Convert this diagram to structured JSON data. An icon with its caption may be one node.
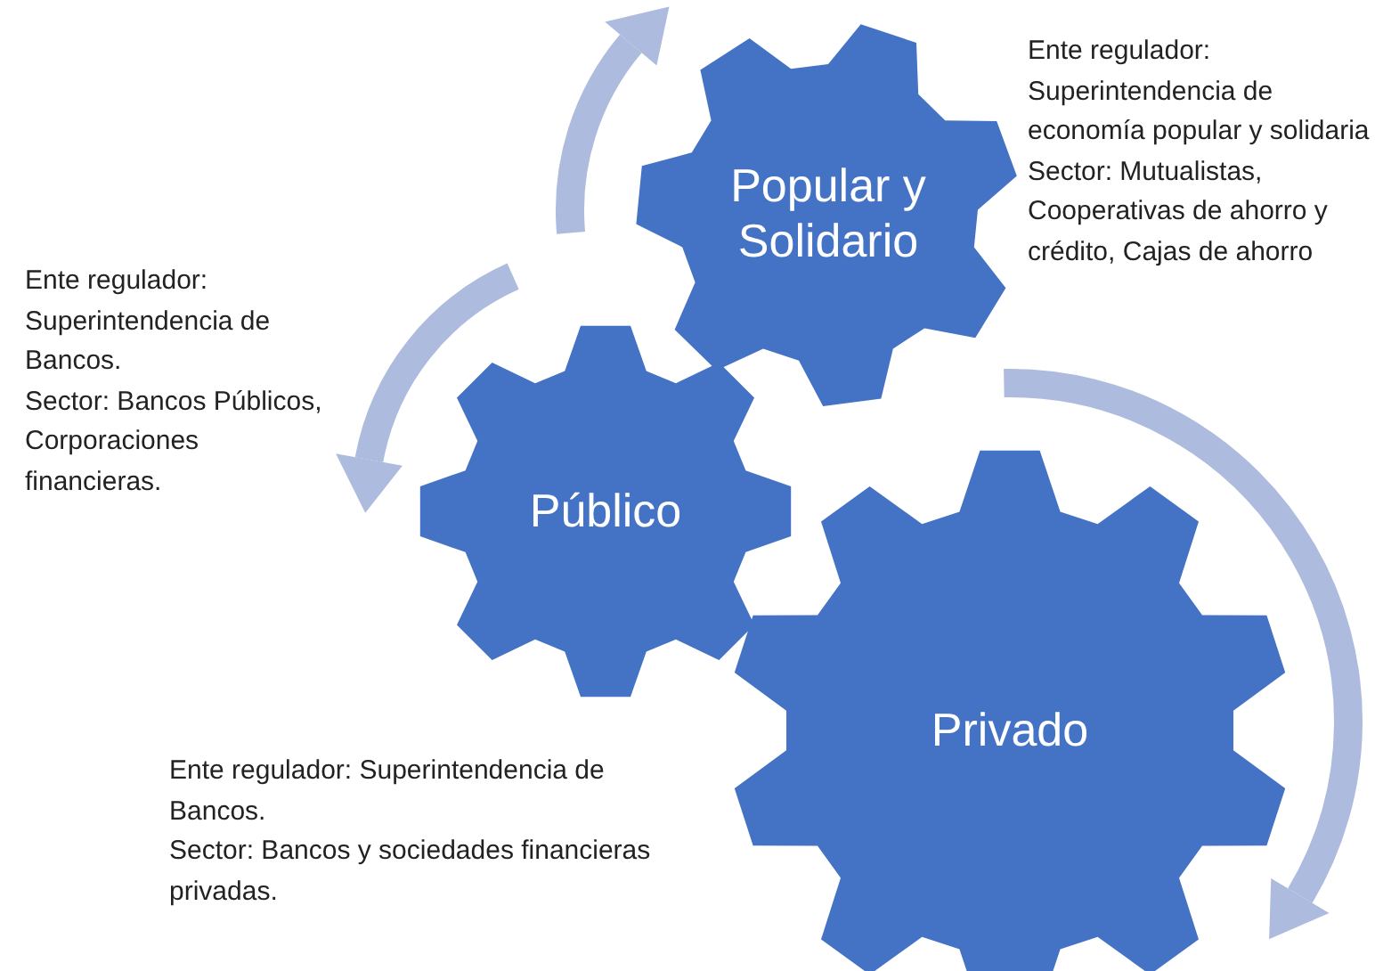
{
  "diagram": {
    "nodes": [
      {
        "text": [
          "Popular y Solidario"
        ],
        "beside": [
          "Ente regulador: Superintendencia de economía popular y solidaria",
          "Sector: Mutualistas, Cooperativas de ahorro y crédito, Cajas de ahorro"
        ]
      },
      {
        "text": [
          "Público"
        ],
        "beside": [
          "Ente regulador: Superintendencia de Bancos.",
          "Sector: Bancos Públicos, Corporaciones financieras."
        ]
      },
      {
        "text": [
          "Privado"
        ],
        "beside": [
          "Ente regulador: Superintendencia de Bancos.",
          "Sector: Bancos y sociedades financieras privadas."
        ]
      }
    ],
    "edges": []
  }
}
